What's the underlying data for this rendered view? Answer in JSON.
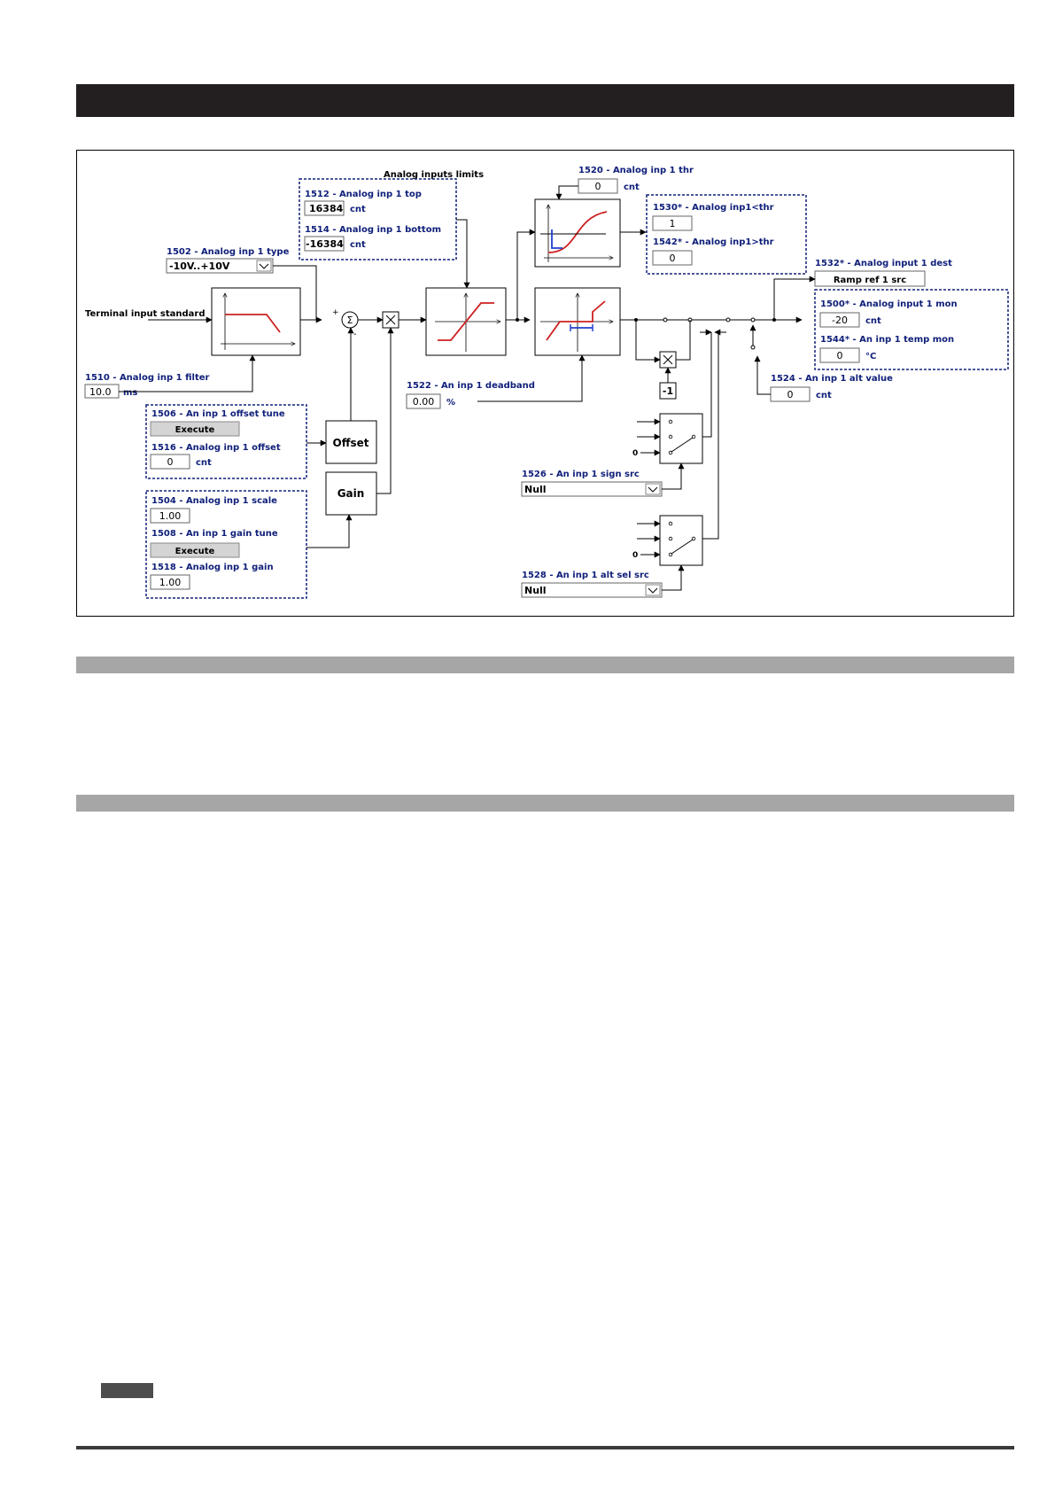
{
  "diagram": {
    "terminal_input_label": "Terminal input standard",
    "analog_inputs_limits_title": "Analog inputs limits",
    "p1512": {
      "label": "1512 - Analog inp 1 top",
      "value": "16384",
      "unit": "cnt"
    },
    "p1514": {
      "label": "1514 - Analog inp 1 bottom",
      "value": "-16384",
      "unit": "cnt"
    },
    "p1502": {
      "label": "1502 - Analog inp 1 type",
      "value": "-10V..+10V"
    },
    "p1510": {
      "label": "1510 - Analog inp 1 filter",
      "value": "10.0",
      "unit": "ms"
    },
    "p1506": {
      "label": "1506 - An inp 1 offset tune",
      "button": "Execute"
    },
    "p1516": {
      "label": "1516 - Analog inp 1 offset",
      "value": "0",
      "unit": "cnt"
    },
    "p1504": {
      "label": "1504 - Analog inp 1 scale",
      "value": "1.00"
    },
    "p1508": {
      "label": "1508 - An inp 1 gain tune",
      "button": "Execute"
    },
    "p1518": {
      "label": "1518 - Analog inp 1 gain",
      "value": "1.00"
    },
    "offset_block": "Offset",
    "gain_block": "Gain",
    "sum_symbol": "Σ",
    "plus_sign": "+",
    "minus_sign": "-",
    "p1520": {
      "label": "1520 - Analog inp 1 thr",
      "value": "0",
      "unit": "cnt"
    },
    "p1530": {
      "label": "1530* - Analog inp1<thr",
      "value": "1"
    },
    "p1542": {
      "label": "1542* - Analog inp1>thr",
      "value": "0"
    },
    "p1522": {
      "label": "1522 - An inp 1 deadband",
      "value": "0.00",
      "unit": "%"
    },
    "neg_one": "-1",
    "zero_input": "0",
    "p1526": {
      "label": "1526 - An inp 1 sign src",
      "value": "Null"
    },
    "p1528": {
      "label": "1528 - An inp 1 alt sel src",
      "value": "Null"
    },
    "p1532": {
      "label": "1532* - Analog input 1 dest",
      "value": "Ramp ref 1 src"
    },
    "p1500": {
      "label": "1500* - Analog input 1 mon",
      "value": "-20",
      "unit": "cnt"
    },
    "p1544": {
      "label": "1544* - An inp 1 temp mon",
      "value": "0",
      "unit": "°C"
    },
    "p1524": {
      "label": "1524 - An inp 1 alt value",
      "value": "0",
      "unit": "cnt"
    }
  },
  "colors": {
    "label_blue": "#10207a",
    "curve_red": "#cc2020",
    "marker_blue": "#2040d0",
    "header_bar": "#231f20",
    "section_bar": "#a6a6a6"
  }
}
